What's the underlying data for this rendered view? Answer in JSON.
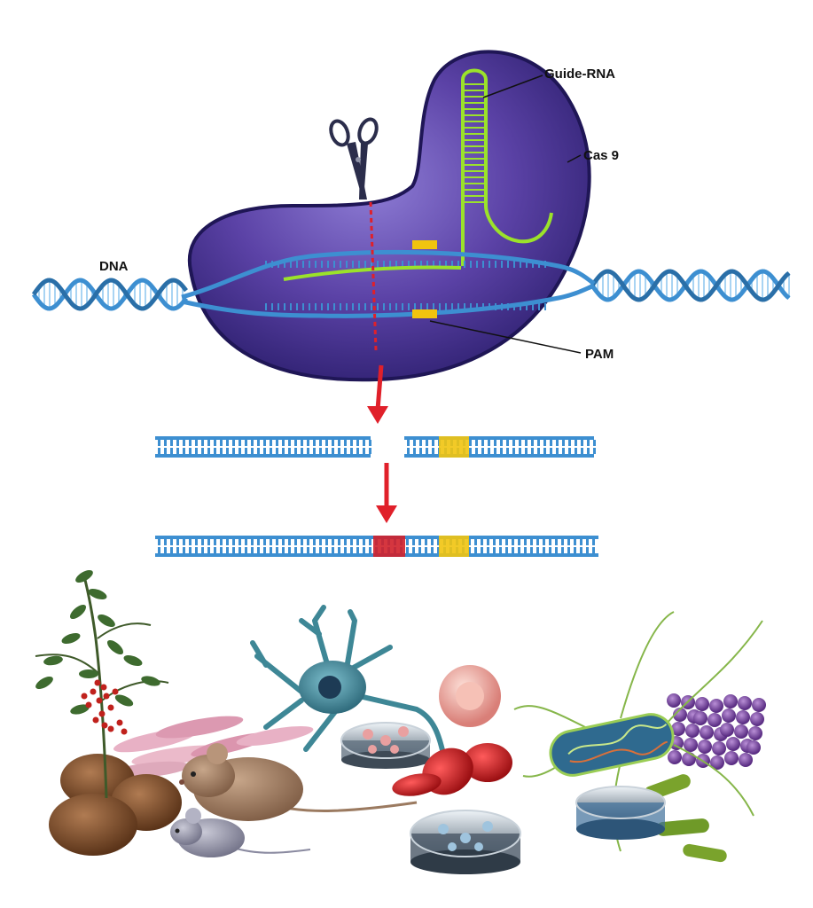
{
  "labels": {
    "dna": "DNA",
    "guide_rna": "Guide-RNA",
    "cas9": "Cas 9",
    "pam": "PAM"
  },
  "colors": {
    "cas9_body": "#5a3fa0",
    "cas9_outline": "#1f1656",
    "dna_strand": "#3d8fd1",
    "guide_rna": "#9be22a",
    "pam": "#f1c40f",
    "insert": "#d0202a",
    "cut_line": "#e0202a",
    "arrow": "#e0202a"
  },
  "icons": [
    "scissors-icon",
    "arrow-down-icon"
  ],
  "illustrations": [
    "plant",
    "potatoes",
    "muscle-cells",
    "mouse",
    "neuron",
    "petri-dish",
    "blood-cells",
    "bacteria",
    "yeast-cells"
  ]
}
